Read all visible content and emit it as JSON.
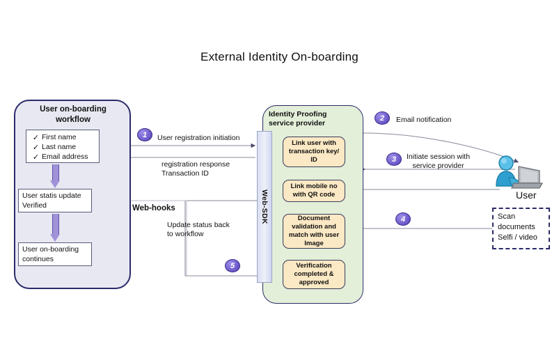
{
  "page": {
    "title": "External Identity On-boarding"
  },
  "workflow_panel": {
    "title_line1": "User on-boarding",
    "title_line2": "workflow",
    "checklist": [
      {
        "mark": "✓",
        "label": "First name"
      },
      {
        "mark": "✓",
        "label": "Last name"
      },
      {
        "mark": "✓",
        "label": "Email address"
      }
    ],
    "status_box": "User statis update\nVerified",
    "continue_box": "User on-boarding\ncontinues"
  },
  "idp_panel": {
    "title_line1": "Identity Proofing",
    "title_line2": "service provider",
    "boxes": [
      "Link user with transaction key/ ID",
      "Link mobile no with QR code",
      "Document validation and match with user Image",
      "Verification completed  & approved"
    ]
  },
  "websdk": {
    "label": "Web-SDK"
  },
  "badges": {
    "one": "1",
    "two": "2",
    "three": "3",
    "four": "4",
    "five": "5"
  },
  "flow_labels": {
    "user_registration_initiation": "User registration initiation",
    "registration_response": "registration response\nTransaction ID",
    "email_notification": "Email notification",
    "initiate_session": "Initiate session with\nservice provider",
    "webhooks": "Web-hooks",
    "update_status_back": "Update status back\nto workflow"
  },
  "user": {
    "label": "User",
    "scan_box": "Scan\ndocuments\nSelfi /  video"
  },
  "colors": {
    "panel_border": "#2a2a6a",
    "workflow_fill": "#e8e8f2",
    "idp_fill": "#e3efd9",
    "idp_box_fill": "#fbe8c4",
    "badge_purple": "#6a55c8",
    "arrow_purple": "#9f92d8",
    "connector_gray": "#8a8a9a",
    "user_blue": "#3fa9d4"
  }
}
